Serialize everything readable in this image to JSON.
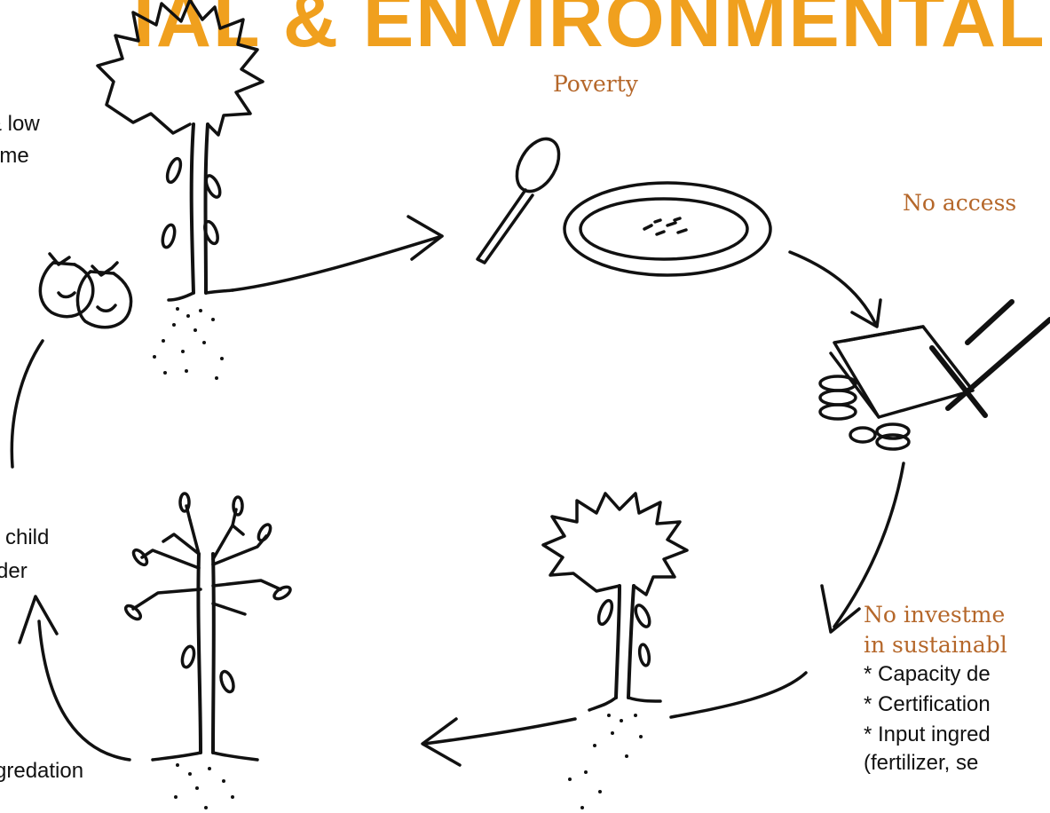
{
  "colors": {
    "title": "#F0A01E",
    "stage_label": "#B5672A",
    "body_text": "#111111",
    "ink": "#111111"
  },
  "title": "IAL & ENVIRONMENTAL",
  "labels": {
    "poverty": "Poverty",
    "no_access": "No access",
    "no_investment_line1": "No investme",
    "no_investment_line2": "in sustainabl",
    "low_line1": "& low",
    "low_line2": "ome",
    "child_line1": "child",
    "child_line2": "der",
    "degradation": "gredation"
  },
  "investment_items": [
    "* Capacity de",
    "* Certification",
    "* Input ingred",
    "(fertilizer,   se"
  ],
  "icons": {
    "tree_full": "palm-tree-icon",
    "tree_medium": "palm-tree-icon",
    "tree_bare": "degraded-tree-icon",
    "money_bags": "money-bags-icon",
    "plate": "empty-plate-icon",
    "spoon": "spoon-icon",
    "money_crossed": "money-crossed-out-icon"
  }
}
